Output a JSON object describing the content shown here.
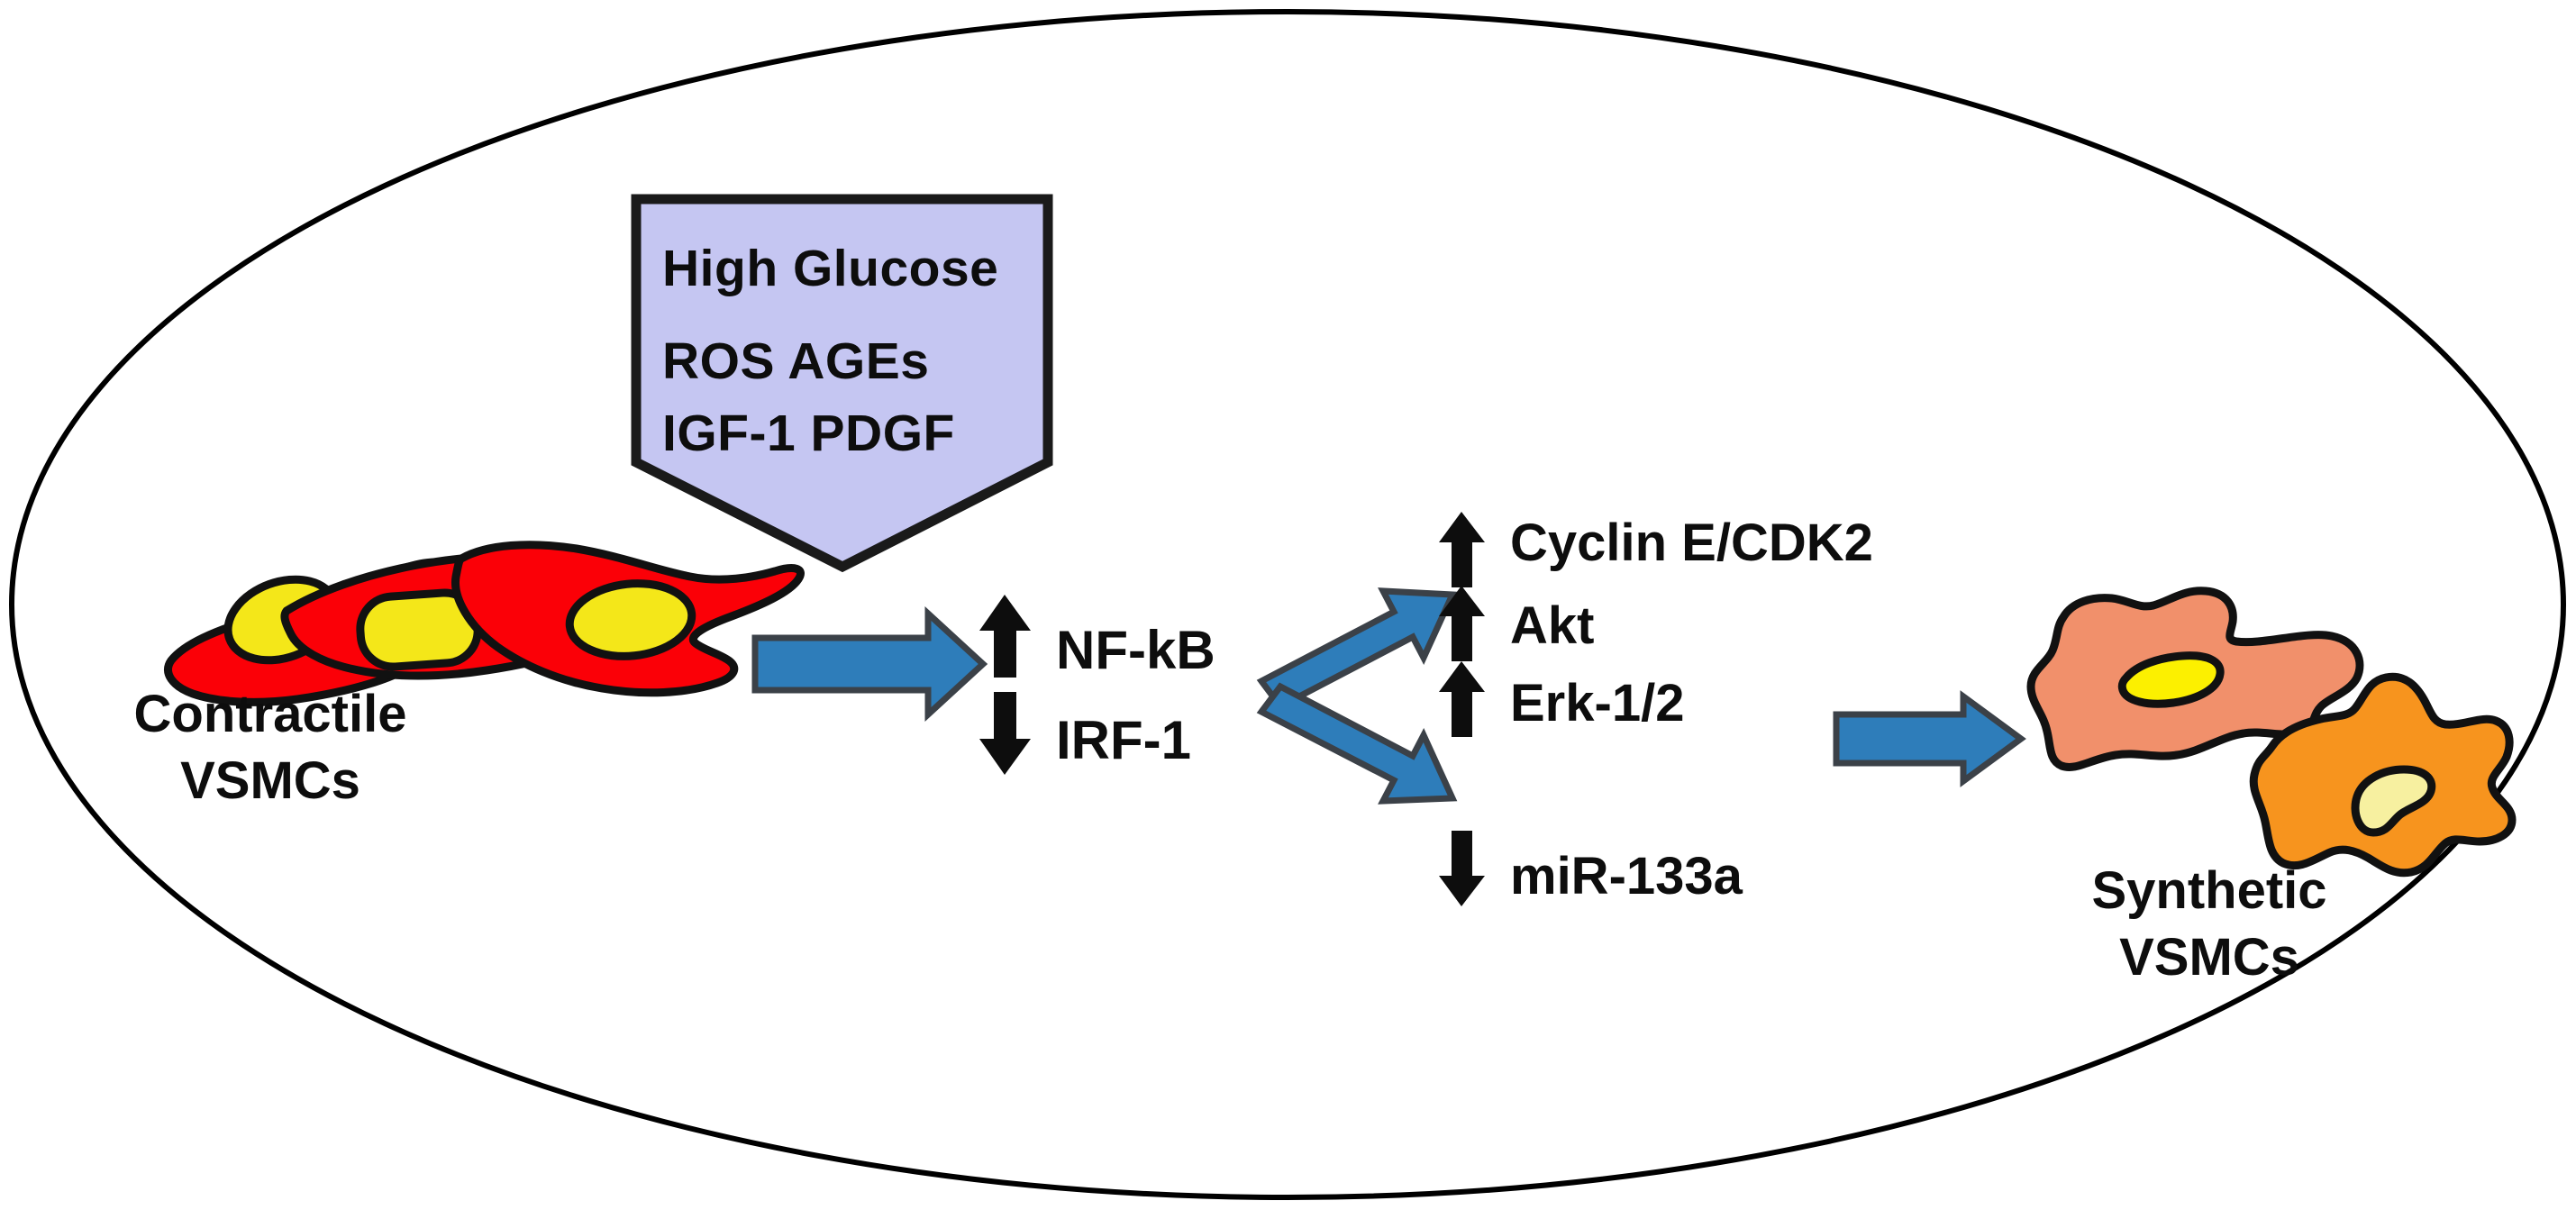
{
  "diagram": {
    "title": "High glucose induced VSMC phenotypic switching",
    "container": {
      "name": "cell-boundary-ellipse",
      "shape": "ellipse",
      "stroke": "#000000",
      "fill": "#ffffff"
    },
    "colors": {
      "banner_fill": "#c5c6f2",
      "banner_stroke": "#1a1a1a",
      "arrow_fill": "#2e7dba",
      "arrow_stroke": "#3b4148",
      "contractile_cell": "#fb0007",
      "contractile_nucleus": "#f4e719",
      "synthetic_cell_1": "#f1906b",
      "synthetic_nucleus_1": "#fcf000",
      "synthetic_cell_2": "#f7941e",
      "synthetic_nucleus_2": "#f7f0a0",
      "cell_outline": "#111111",
      "text": "#0d0d0d"
    }
  },
  "stimulus_banner": {
    "name": "high-glucose-stimulus-banner",
    "lines": [
      {
        "text": "High  Glucose"
      },
      {
        "text": "ROS     AGEs"
      },
      {
        "text": "IGF-1  PDGF"
      }
    ]
  },
  "contractile": {
    "name": "contractile-vsmc-group",
    "label_line1": "Contractile",
    "label_line2": "VSMCs"
  },
  "synthetic": {
    "name": "synthetic-vsmc-group",
    "label_line1": "Synthetic",
    "label_line2": "VSMCs"
  },
  "signaling_nodes": [
    {
      "direction": "↑",
      "label": "NF-kB",
      "regulation": "up"
    },
    {
      "direction": "↓",
      "label": "IRF-1",
      "regulation": "down"
    }
  ],
  "downstream_targets": [
    {
      "direction": "↑",
      "label": "Cyclin E/CDK2",
      "regulation": "up"
    },
    {
      "direction": "↑",
      "label": "Akt",
      "regulation": "up"
    },
    {
      "direction": "↑",
      "label": "Erk-1/2",
      "regulation": "up"
    },
    {
      "direction": "↓",
      "label": "miR-133a",
      "regulation": "down"
    }
  ],
  "arrows": [
    {
      "name": "arrow-contractile-to-signaling",
      "kind": "block-arrow",
      "orientation": "right"
    },
    {
      "name": "arrow-signaling-to-upregulated",
      "kind": "block-arrow",
      "orientation": "up-right"
    },
    {
      "name": "arrow-signaling-to-downregulated",
      "kind": "block-arrow",
      "orientation": "down-right"
    },
    {
      "name": "arrow-targets-to-synthetic",
      "kind": "block-arrow",
      "orientation": "right"
    },
    {
      "name": "arrow-stimulus-to-signaling",
      "kind": "pentagon-point",
      "orientation": "down"
    }
  ]
}
